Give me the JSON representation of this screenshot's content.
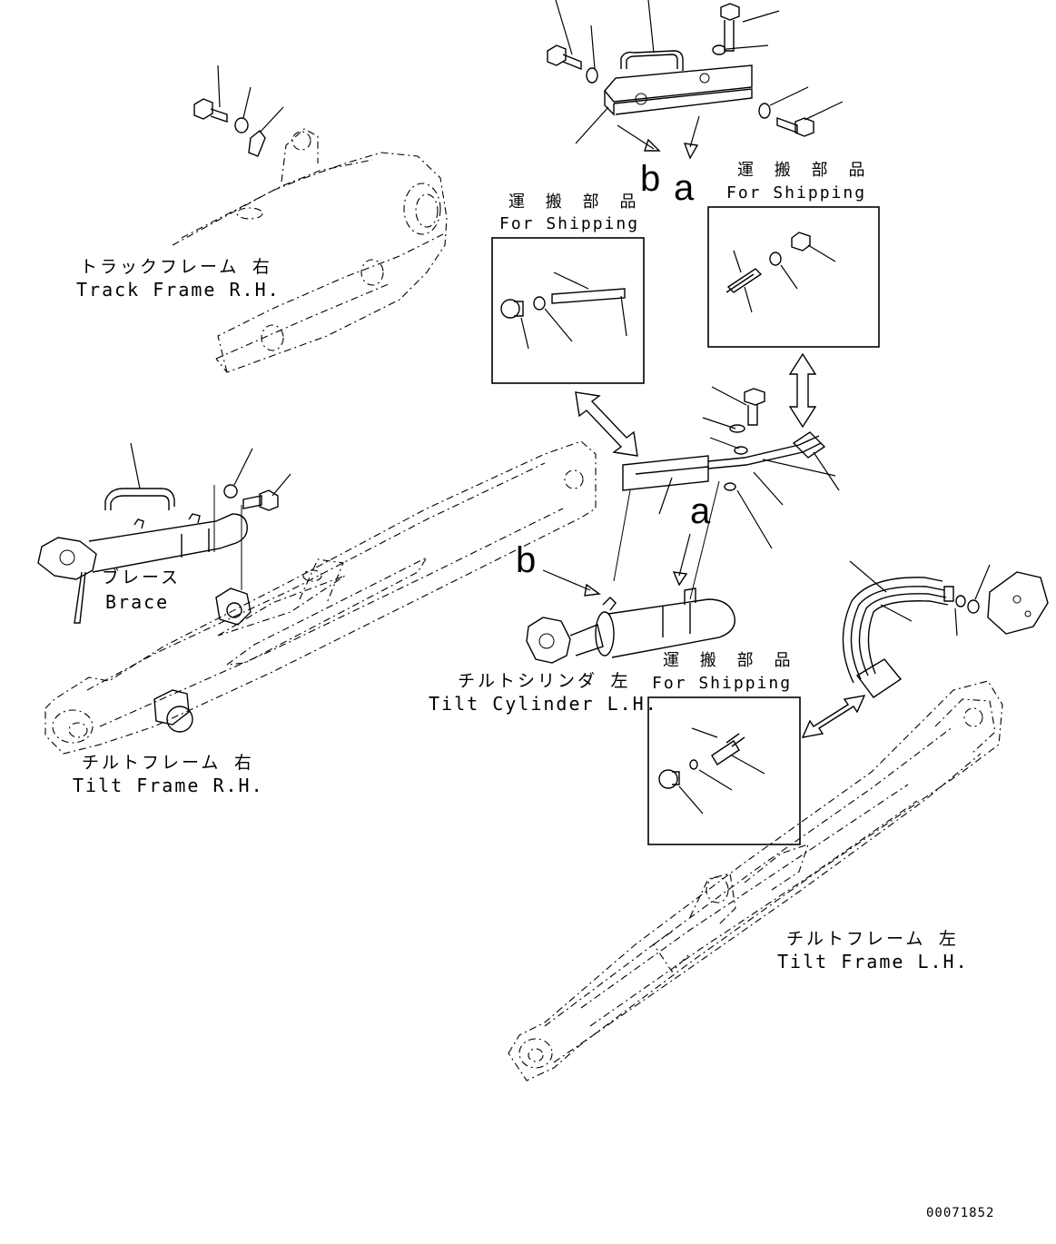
{
  "labels": {
    "track_frame_rh_jp": "トラックフレーム 右",
    "track_frame_rh_en": "Track Frame R.H.",
    "brace_jp": "ブレース",
    "brace_en": "Brace",
    "tilt_frame_rh_jp": "チルトフレーム 右",
    "tilt_frame_rh_en": "Tilt Frame R.H.",
    "tilt_cylinder_lh_jp": "チルトシリンダ 左",
    "tilt_cylinder_lh_en": "Tilt Cylinder L.H.",
    "tilt_frame_lh_jp": "チルトフレーム 左",
    "tilt_frame_lh_en": "Tilt Frame L.H."
  },
  "shipping_boxes": [
    {
      "jp": "運 搬 部 品",
      "en": "For Shipping"
    },
    {
      "jp": "運 搬 部 品",
      "en": "For Shipping"
    },
    {
      "jp": "運 搬 部 品",
      "en": "For Shipping"
    }
  ],
  "callouts": {
    "top_b": "b",
    "top_a": "a",
    "mid_a": "a",
    "mid_b": "b"
  },
  "drawing_number": "00071852"
}
